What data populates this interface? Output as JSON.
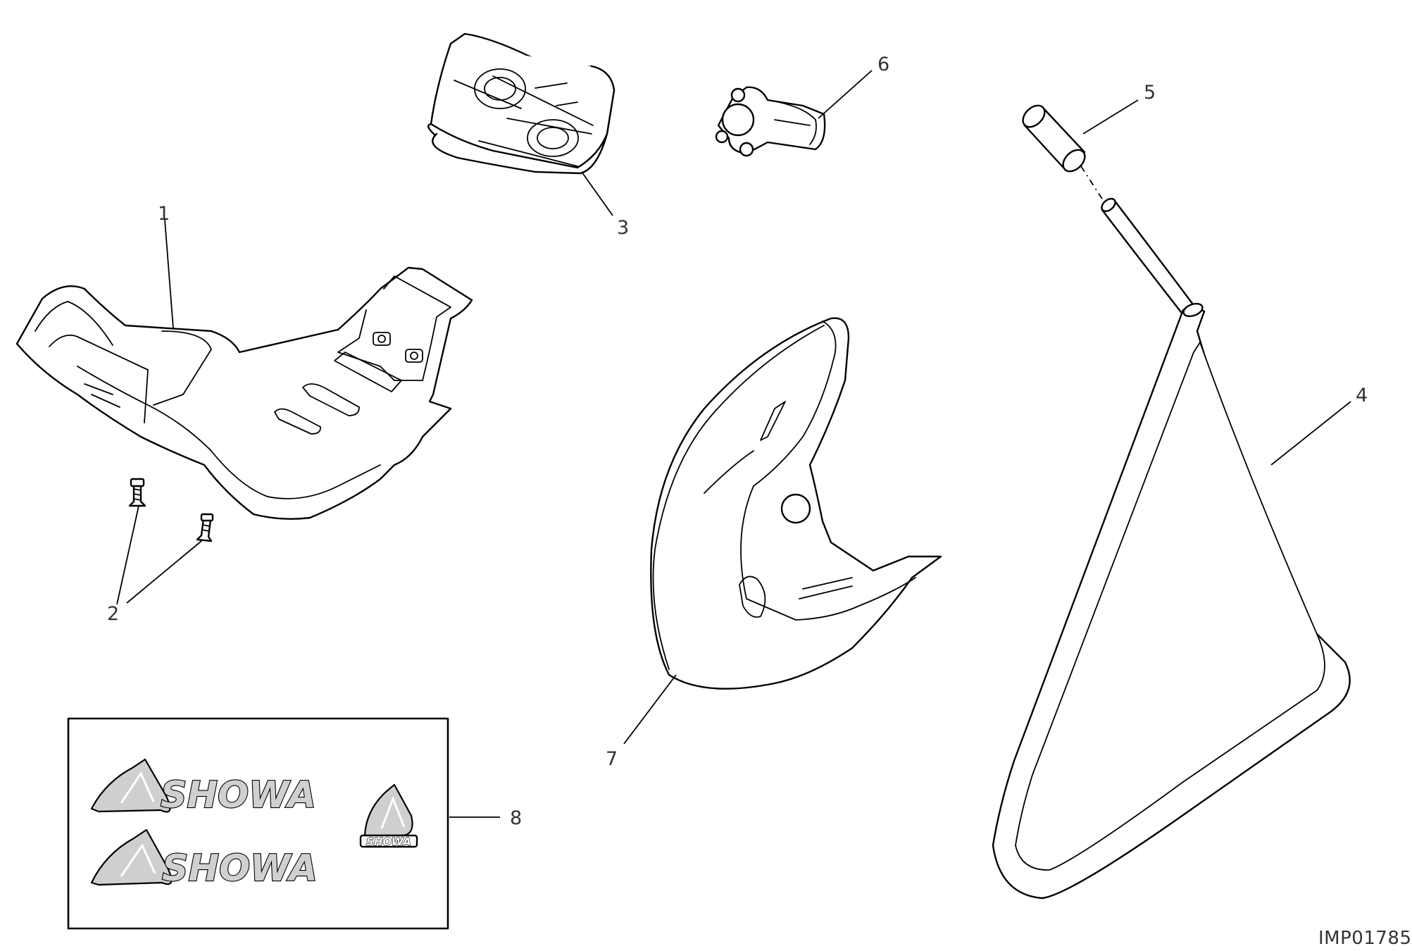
{
  "diagram": {
    "reference_code": "IMP01785",
    "callouts": [
      {
        "id": "1",
        "label": "1"
      },
      {
        "id": "2",
        "label": "2"
      },
      {
        "id": "3",
        "label": "3"
      },
      {
        "id": "4",
        "label": "4"
      },
      {
        "id": "5",
        "label": "5"
      },
      {
        "id": "6",
        "label": "6"
      },
      {
        "id": "7",
        "label": "7"
      },
      {
        "id": "8",
        "label": "8"
      }
    ],
    "decals": [
      {
        "text": "SHOWA"
      },
      {
        "text": "SHOWA"
      },
      {
        "text": "SHOWA"
      }
    ],
    "line_color": "#000000",
    "label_color": "#333333",
    "decal_fill": "#cfcfcf"
  }
}
